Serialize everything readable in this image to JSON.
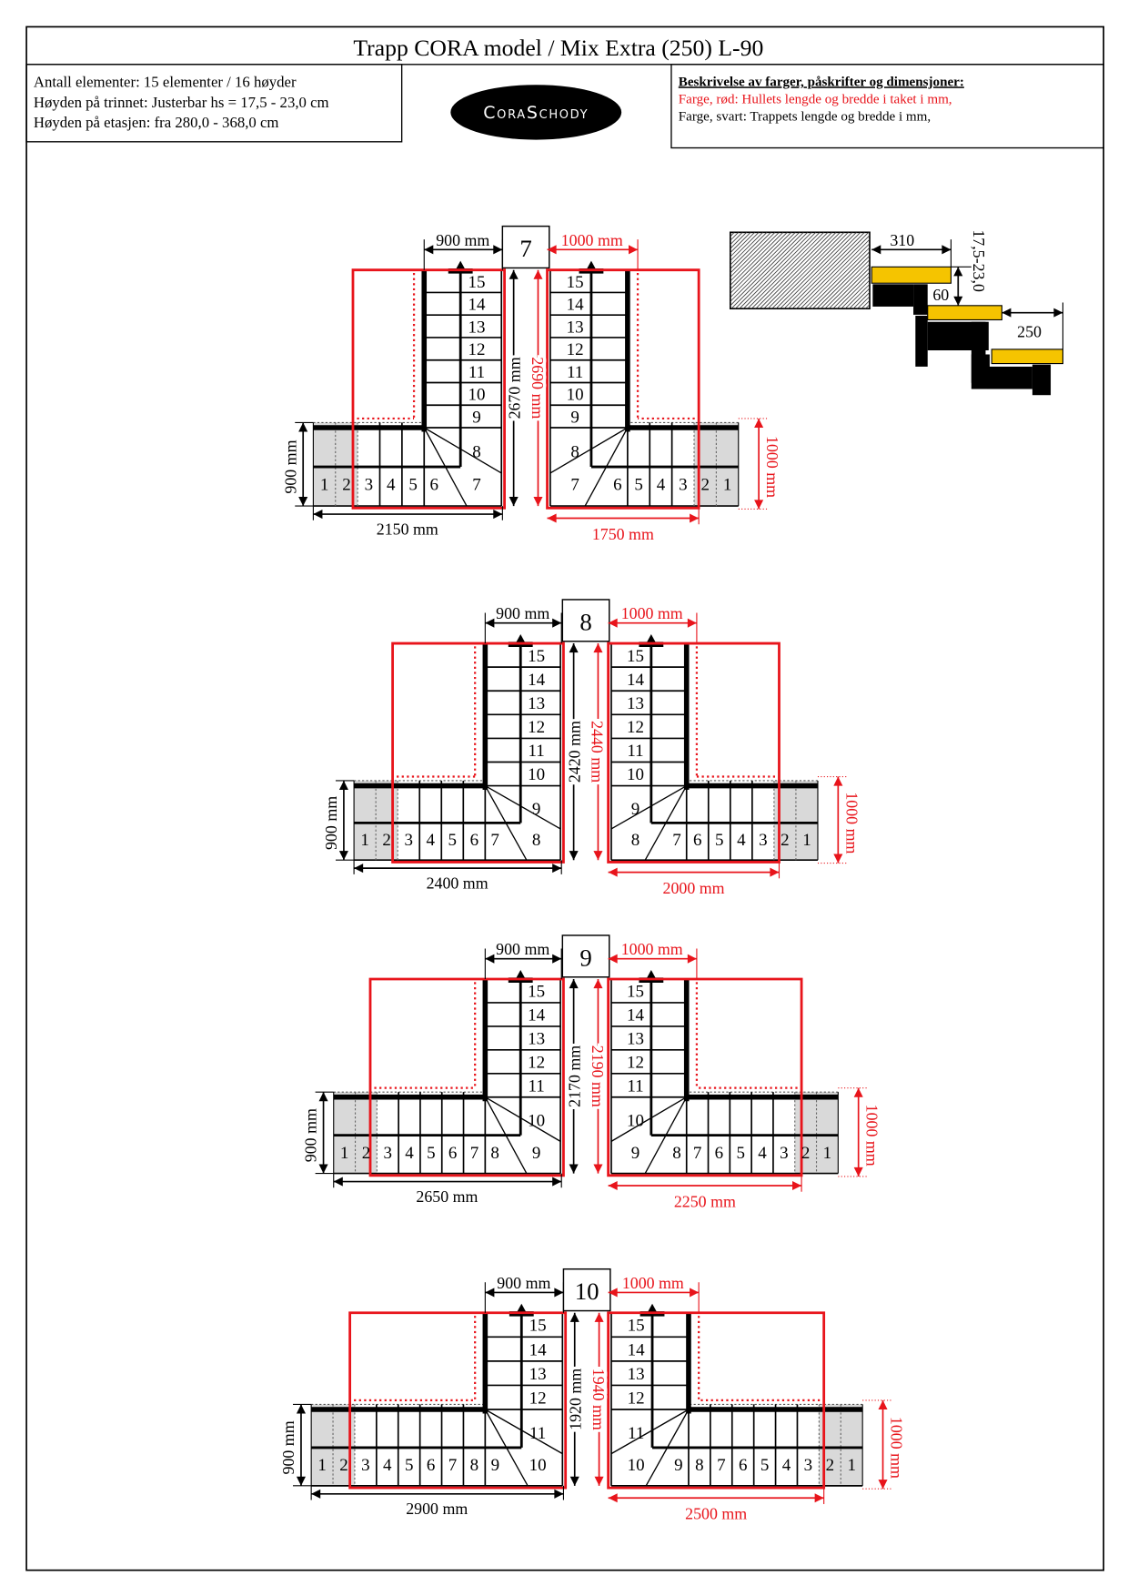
{
  "title": "Trapp CORA model / Mix Extra (250) L-90",
  "info": {
    "line1": "Antall elementer: 15 elementer / 16 høyder",
    "line2": "Høyden på trinnet: Justerbar hs = 17,5 - 23,0 cm",
    "line3": "Høyden på etasjen: fra 280,0 - 368,0 cm"
  },
  "logo": "CoraSchody",
  "legend": {
    "heading": "Beskrivelse av farger, påskrifter og dimensjoner:",
    "red": "Farge, rød: Hullets lengde og bredde i taket i mm,",
    "black": "Farge, svart: Trappets lengde og bredde i mm,"
  },
  "colors": {
    "red": "#e8141b",
    "black": "#000000",
    "grey": "#d9d9d9",
    "yellow": "#f5c400"
  },
  "profile": {
    "tread_depth": "310",
    "thickness": "60",
    "going": "250",
    "rise": "17,5-23,0"
  },
  "variants": [
    {
      "number": "7",
      "left": {
        "flight": [
          "15",
          "14",
          "13",
          "12",
          "11",
          "10",
          "9"
        ],
        "winder": {
          "upper": "8",
          "lower": "7",
          "lowerLeft": "6"
        },
        "cells": [
          "1",
          "2",
          "3",
          "4",
          "5"
        ],
        "dims": {
          "top": "900 mm",
          "height": "2670 mm",
          "side": "900 mm",
          "length": "2150 mm"
        }
      },
      "right": {
        "flight": [
          "15",
          "14",
          "13",
          "12",
          "11",
          "10",
          "9"
        ],
        "winder": {
          "upper": "8",
          "lower": "7",
          "lowerLeft": "6"
        },
        "cells": [
          "1",
          "2",
          "3",
          "4",
          "5"
        ],
        "dims": {
          "top": "1000 mm",
          "height": "2690 mm",
          "side": "1000 mm",
          "length": "1750 mm"
        }
      }
    },
    {
      "number": "8",
      "left": {
        "flight": [
          "15",
          "14",
          "13",
          "12",
          "11",
          "10"
        ],
        "winder": {
          "upper": "9",
          "lower": "8",
          "lowerLeft": "7"
        },
        "cells": [
          "1",
          "2",
          "3",
          "4",
          "5",
          "6"
        ],
        "dims": {
          "top": "900 mm",
          "height": "2420 mm",
          "side": "900 mm",
          "length": "2400 mm"
        }
      },
      "right": {
        "flight": [
          "15",
          "14",
          "13",
          "12",
          "11",
          "10"
        ],
        "winder": {
          "upper": "9",
          "lower": "8",
          "lowerLeft": "7"
        },
        "cells": [
          "1",
          "2",
          "3",
          "4",
          "5",
          "6"
        ],
        "dims": {
          "top": "1000 mm",
          "height": "2440 mm",
          "side": "1000 mm",
          "length": "2000 mm"
        }
      }
    },
    {
      "number": "9",
      "left": {
        "flight": [
          "15",
          "14",
          "13",
          "12",
          "11"
        ],
        "winder": {
          "upper": "10",
          "lower": "9",
          "lowerLeft": "8"
        },
        "cells": [
          "1",
          "2",
          "3",
          "4",
          "5",
          "6",
          "7"
        ],
        "dims": {
          "top": "900 mm",
          "height": "2170 mm",
          "side": "900 mm",
          "length": "2650 mm"
        }
      },
      "right": {
        "flight": [
          "15",
          "14",
          "13",
          "12",
          "11"
        ],
        "winder": {
          "upper": "10",
          "lower": "9",
          "lowerLeft": "8"
        },
        "cells": [
          "1",
          "2",
          "3",
          "4",
          "5",
          "6",
          "7"
        ],
        "dims": {
          "top": "1000 mm",
          "height": "2190 mm",
          "side": "1000 mm",
          "length": "2250 mm"
        }
      }
    },
    {
      "number": "10",
      "left": {
        "flight": [
          "15",
          "14",
          "13",
          "12"
        ],
        "winder": {
          "upper": "11",
          "lower": "10",
          "lowerLeft": "9"
        },
        "cells": [
          "1",
          "2",
          "3",
          "4",
          "5",
          "6",
          "7",
          "8"
        ],
        "dims": {
          "top": "900 mm",
          "height": "1920 mm",
          "side": "900 mm",
          "length": "2900 mm"
        }
      },
      "right": {
        "flight": [
          "15",
          "14",
          "13",
          "12"
        ],
        "winder": {
          "upper": "11",
          "lower": "10",
          "lowerLeft": "9"
        },
        "cells": [
          "1",
          "2",
          "3",
          "4",
          "5",
          "6",
          "7",
          "8"
        ],
        "dims": {
          "top": "1000 mm",
          "height": "1940 mm",
          "side": "1000 mm",
          "length": "2500 mm"
        }
      }
    }
  ]
}
